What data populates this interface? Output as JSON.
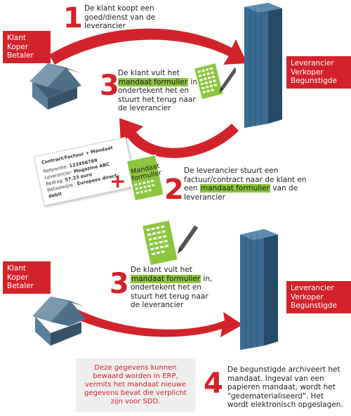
{
  "colors": {
    "accent_red": "#d2232a",
    "highlight_green": "#8cc63f",
    "building_blue": "#2b5877",
    "house_blue": "#4c6f8a",
    "note_bg": "#eeeeee"
  },
  "top": {
    "client_label": [
      "Klant",
      "Koper",
      "Betaler"
    ],
    "supplier_label": [
      "Leverancier",
      "Verkoper",
      "Begunstigde"
    ],
    "step1": {
      "number": "1",
      "lines": [
        "De klant koopt een",
        "goed/dienst van de",
        "leverancier"
      ]
    },
    "step3": {
      "number": "3",
      "line1_pre": "De klant vult het",
      "line2_hl": "mandaat formulier",
      "line2_post": " in,",
      "line3": "ondertekent het en",
      "line4": "stuurt het terug naar",
      "line5": "de leverancier"
    },
    "step2": {
      "number": "2",
      "line1": "De leverancier stuurt een",
      "line2": "factuur/contract naar de klant en",
      "line3_pre": "een ",
      "line3_hl": "mandaat formulier",
      "line3_post": " van de",
      "line4": "leverancier"
    },
    "plus": "+",
    "contract_card": {
      "title": "Contract/Factuur + Mandaat",
      "rows": [
        {
          "k": "Referentie: ",
          "v": "123456789"
        },
        {
          "k": "Leverancier: ",
          "v": "Magazine ABC"
        },
        {
          "k": "Bedrag: ",
          "v": "57.23 euro"
        },
        {
          "k": "Betaalwijze : ",
          "v": "Europees direct debit"
        }
      ]
    },
    "mandate_form_label": [
      "Mandaat",
      "formulier"
    ]
  },
  "bottom": {
    "client_label": [
      "Klant",
      "Koper",
      "Betaler"
    ],
    "supplier_label": [
      "Leverancier",
      "Verkoper",
      "Begunstigde"
    ],
    "step3": {
      "number": "3",
      "line1": "De klant vult het",
      "line2_hl": "mandaat formulier",
      "line2_post": " in,",
      "line3": "ondertekent het en",
      "line4": "stuurt het terug naar",
      "line5": "de leverancier"
    },
    "step4": {
      "number": "4",
      "lines": [
        "De begunstigde archiveert het",
        "mandaat. Ingeval van een",
        "papieren mandaat, wordt het",
        "\"gedematerialiseerd\". Het",
        "wordt elektronisch opgeslagen."
      ]
    },
    "note": [
      "Deze gegevens kunnen",
      "bewaard worden in ERP,",
      "vermits het mandaat nieuwe",
      "gegevens bevat die verplicht",
      "zijn voor SDD."
    ]
  }
}
